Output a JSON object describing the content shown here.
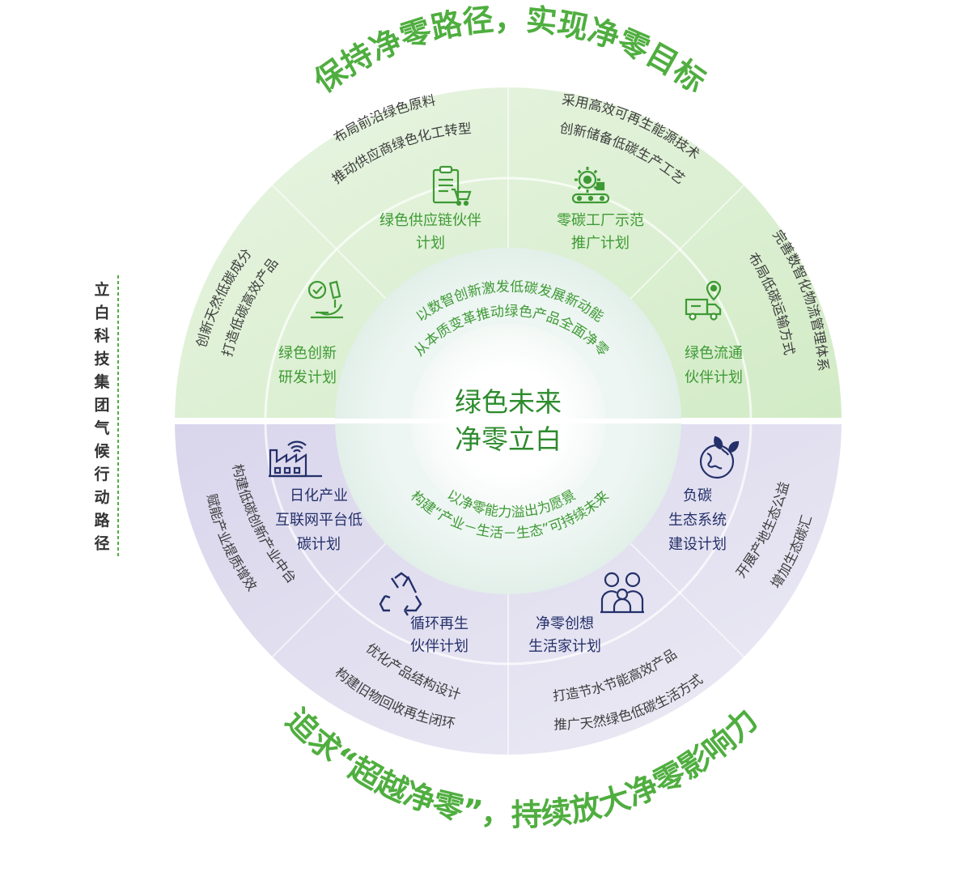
{
  "center": {
    "line1": "绿色未来",
    "line2": "净零立白"
  },
  "top_title": "保持净零路径，实现净零目标",
  "bottom_title": "追求“超越净零”，持续放大净零影响力",
  "inner_ring": {
    "top_line1": "以数智创新激发低碳发展新动能",
    "top_line2": "从本质变革推动绿色产品全面净零",
    "bottom_line1": "以净零能力溢出为愿景",
    "bottom_line2": "构建“产业－生活－生态”可持续未来"
  },
  "side_label": "立白科技集团气候行动路径",
  "segments": [
    {
      "id": "supply",
      "plan": [
        "绿色供应链伙伴",
        "计划"
      ],
      "outer": [
        "布局前沿绿色原料",
        "推动供应商绿色化工转型"
      ]
    },
    {
      "id": "factory",
      "plan": [
        "零碳工厂示范",
        "推广计划"
      ],
      "outer": [
        "采用高效可再生能源技术",
        "创新储备低碳生产工艺"
      ]
    },
    {
      "id": "logistics",
      "plan": [
        "绿色流通",
        "伙伴计划"
      ],
      "outer": [
        "完善数智化物流管理体系",
        "布局低碳运输方式"
      ]
    },
    {
      "id": "rnd",
      "plan": [
        "绿色创新",
        "研发计划"
      ],
      "outer": [
        "创新天然低碳成分",
        "打造低碳高效产品"
      ]
    },
    {
      "id": "industry",
      "plan": [
        "日化产业",
        "互联网平台低",
        "碳计划"
      ],
      "outer": [
        "构建低碳创新产业中台",
        "赋能产业提质增效"
      ]
    },
    {
      "id": "recycle",
      "plan": [
        "循环再生",
        "伙伴计划"
      ],
      "outer": [
        "优化产品结构设计",
        "构建旧物回收再生闭环"
      ]
    },
    {
      "id": "life",
      "plan": [
        "净零创想",
        "生活家计划"
      ],
      "outer": [
        "打造节水节能高效产品",
        "推广天然绿色低碳生活方式"
      ]
    },
    {
      "id": "eco",
      "plan": [
        "负碳",
        "生态系统",
        "建设计划"
      ],
      "outer": [
        "开展产地生态公益",
        "增加生态碳汇"
      ]
    }
  ],
  "icons": {
    "supply": "clipboard-cart-icon",
    "factory": "gear-conveyor-icon",
    "logistics": "truck-location-icon",
    "rnd": "microscope-icon",
    "industry": "factory-wifi-icon",
    "recycle": "recycle-icon",
    "life": "family-icon",
    "eco": "earth-leaf-icon"
  },
  "colors": {
    "green_ring": "#dcefd4",
    "green_outer": "#cfe8c4",
    "purple_outer": "#dcd8ec",
    "purple_ring": "#e7e4f2",
    "inner_ring": "#e6f2ee",
    "title_green": "#4fae3f",
    "plan_green": "#3e9a34",
    "plan_navy": "#24306a"
  }
}
